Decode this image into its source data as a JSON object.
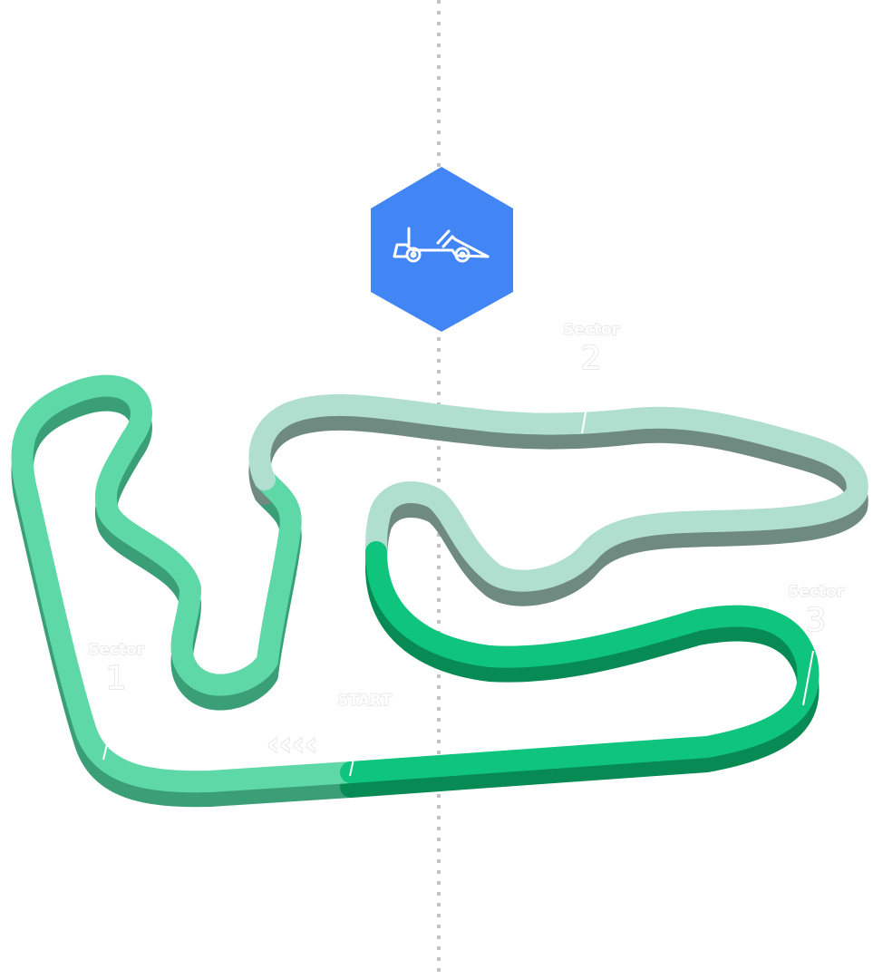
{
  "colors": {
    "background": "#ffffff",
    "divider": "#c4c4c4",
    "badge": "#4285f4",
    "sector1_top": "#5fd8a8",
    "sector1_side": "#3a9f77",
    "sector2_top": "#b1dfcf",
    "sector2_side": "#6f8a80",
    "sector3_top": "#0fc47d",
    "sector3_side": "#078a53",
    "label": "#ffffff"
  },
  "badge": {
    "icon": "go-kart-icon"
  },
  "sectors": [
    {
      "word": "Sector",
      "number": "1"
    },
    {
      "word": "Sector",
      "number": "2"
    },
    {
      "word": "Sector",
      "number": "3"
    }
  ],
  "start": {
    "label": "START",
    "arrows": "‹‹‹‹"
  }
}
